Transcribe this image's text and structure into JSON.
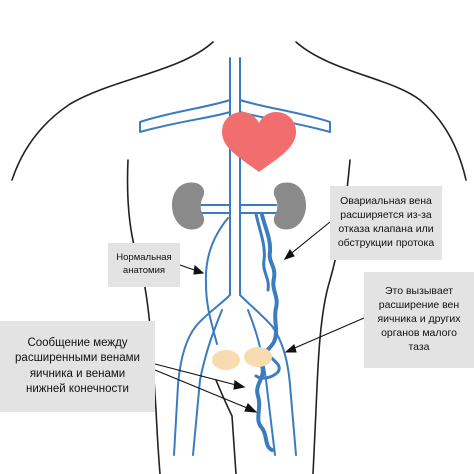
{
  "callouts": {
    "normal": {
      "lines": [
        "Нормальная",
        "анатомия"
      ]
    },
    "ovarian": {
      "lines": [
        "Овариальная вена",
        "расширяется из-за",
        "отказа клапана или",
        "обструкции протока"
      ]
    },
    "pelvic": {
      "lines": [
        "Это вызывает",
        "расширение вен",
        "яичника и других",
        "органов малого",
        "таза"
      ]
    },
    "message": {
      "lines": [
        "Сообщение между",
        "расширенными венами",
        "яичника и венами",
        "нижней конечности"
      ]
    }
  },
  "colors": {
    "vein": "#3b7cc0",
    "outline": "#222222",
    "heart": "#f26d6d",
    "kidney": "#8a8a8a",
    "ovary": "#f6dcb0",
    "callout_bg": "#e3e3e3"
  },
  "icons": [
    "heart-icon",
    "left-kidney-icon",
    "right-kidney-icon"
  ]
}
